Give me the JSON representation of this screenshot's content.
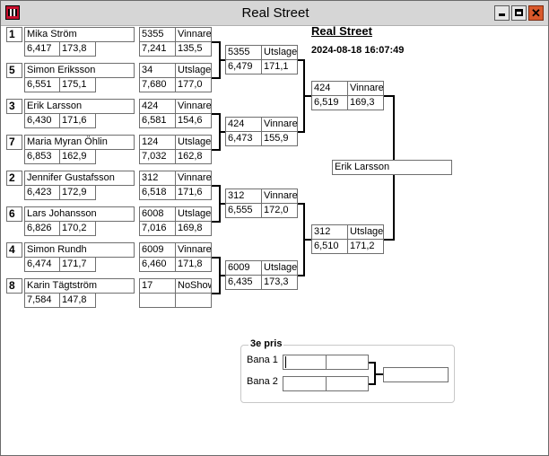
{
  "window": {
    "title": "Real Street"
  },
  "heading": "Real Street",
  "datetime": "2024-08-18 16:07:49",
  "round1": [
    {
      "seed": "1",
      "name": "Mika Ström",
      "v1": "6,417",
      "v2": "173,8"
    },
    {
      "seed": "5",
      "name": "Simon Eriksson",
      "v1": "6,551",
      "v2": "175,1"
    },
    {
      "seed": "3",
      "name": "Erik Larsson",
      "v1": "6,430",
      "v2": "171,6"
    },
    {
      "seed": "7",
      "name": "Maria Myran Öhlin",
      "v1": "6,853",
      "v2": "162,9"
    },
    {
      "seed": "2",
      "name": "Jennifer Gustafsson",
      "v1": "6,423",
      "v2": "172,9"
    },
    {
      "seed": "6",
      "name": "Lars Johansson",
      "v1": "6,826",
      "v2": "170,2"
    },
    {
      "seed": "4",
      "name": "Simon Rundh",
      "v1": "6,474",
      "v2": "171,7"
    },
    {
      "seed": "8",
      "name": "Karin Tägtström",
      "v1": "7,584",
      "v2": "147,8"
    }
  ],
  "round1_results": [
    {
      "num": "5355",
      "status": "Vinnare",
      "v1": "7,241",
      "v2": "135,5"
    },
    {
      "num": "34",
      "status": "Utslagen",
      "v1": "7,680",
      "v2": "177,0"
    },
    {
      "num": "424",
      "status": "Vinnare",
      "v1": "6,581",
      "v2": "154,6"
    },
    {
      "num": "124",
      "status": "Utslagen",
      "v1": "7,032",
      "v2": "162,8"
    },
    {
      "num": "312",
      "status": "Vinnare",
      "v1": "6,518",
      "v2": "171,6"
    },
    {
      "num": "6008",
      "status": "Utslagen",
      "v1": "7,016",
      "v2": "169,8"
    },
    {
      "num": "6009",
      "status": "Vinnare",
      "v1": "6,460",
      "v2": "171,8"
    },
    {
      "num": "17",
      "status": "NoShow",
      "v1": "",
      "v2": ""
    }
  ],
  "round2": [
    {
      "num": "5355",
      "status": "Utslagen",
      "v1": "6,479",
      "v2": "171,1"
    },
    {
      "num": "424",
      "status": "Vinnare",
      "v1": "6,473",
      "v2": "155,9"
    },
    {
      "num": "312",
      "status": "Vinnare",
      "v1": "6,555",
      "v2": "172,0"
    },
    {
      "num": "6009",
      "status": "Utslagen",
      "v1": "6,435",
      "v2": "173,3"
    }
  ],
  "semifinal": [
    {
      "num": "424",
      "status": "Vinnare",
      "v1": "6,519",
      "v2": "169,3"
    },
    {
      "num": "312",
      "status": "Utslagen",
      "v1": "6,510",
      "v2": "171,2"
    }
  ],
  "final_winner": "Erik Larsson",
  "third_place": {
    "title": "3e pris",
    "lane1_label": "Bana 1",
    "lane2_label": "Bana 2",
    "lane1_a": "",
    "lane1_b": "",
    "lane2_a": "",
    "lane2_b": "",
    "result": ""
  }
}
